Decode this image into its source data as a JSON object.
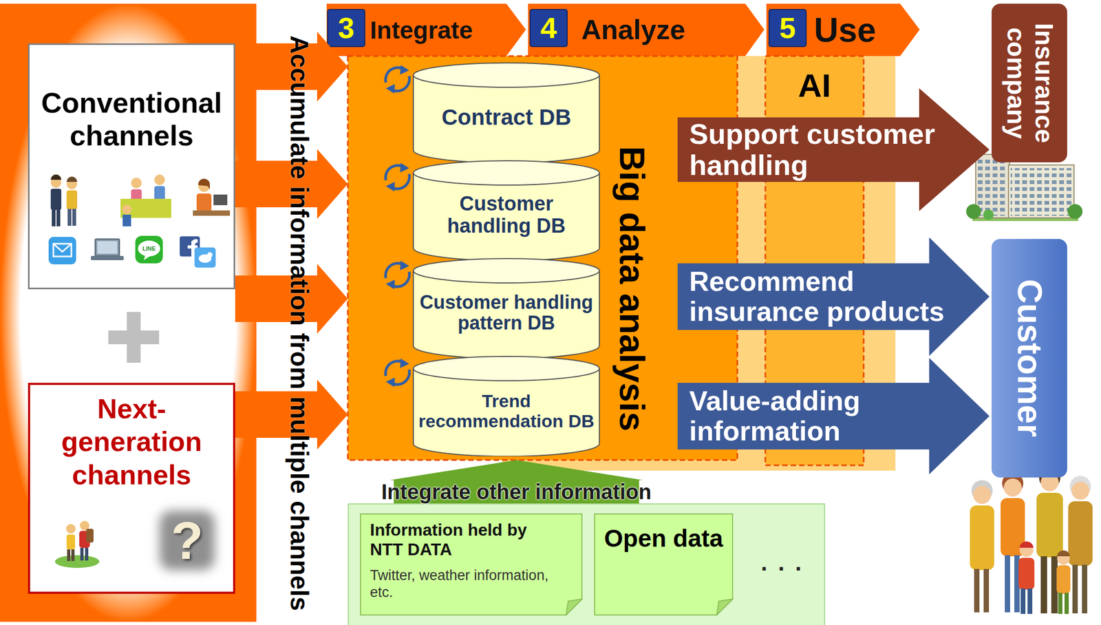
{
  "diagram": {
    "nodes": [
      {
        "text": [
          "Conventional channels"
        ]
      },
      {
        "text": [
          "Next-generation channels"
        ]
      },
      {
        "text": [
          "Big data analysis"
        ]
      },
      {
        "text": [
          "Contract DB"
        ],
        "in": 2
      },
      {
        "text": [
          "Customer handling DB"
        ],
        "in": 2
      },
      {
        "text": [
          "Customer handling pattern DB"
        ],
        "in": 2
      },
      {
        "text": [
          "Trend recommendation DB"
        ],
        "in": 2
      },
      {
        "text": [
          "AI"
        ]
      },
      {
        "text": [
          "Insurance company"
        ]
      },
      {
        "text": [
          "Customer"
        ]
      },
      {
        "text": [
          ". . ."
        ]
      },
      {
        "text": [
          "Information held by NTT DATA",
          "Twitter, weather information, etc."
        ],
        "in": 10
      },
      {
        "text": [
          "Open data"
        ],
        "in": 10
      }
    ],
    "edges": [
      {
        "from": 0,
        "to": 2,
        "arrow": "to"
      },
      {
        "from": 1,
        "to": 2,
        "arrow": "to"
      },
      {
        "from": 2,
        "to": 8,
        "label": "Support customer handling",
        "arrow": "to"
      },
      {
        "from": 2,
        "to": 9,
        "label": "Recommend insurance products",
        "arrow": "to"
      },
      {
        "from": 2,
        "to": 9,
        "label": "Value-adding information",
        "arrow": "to"
      },
      {
        "from": 10,
        "to": 2,
        "label": "Integrate other information",
        "arrow": "to"
      }
    ],
    "labels": [
      "3",
      "Integrate",
      "4",
      "Analyze",
      "5",
      "Use",
      "Accumulate information from multiple channels",
      "LINE",
      "?"
    ]
  }
}
